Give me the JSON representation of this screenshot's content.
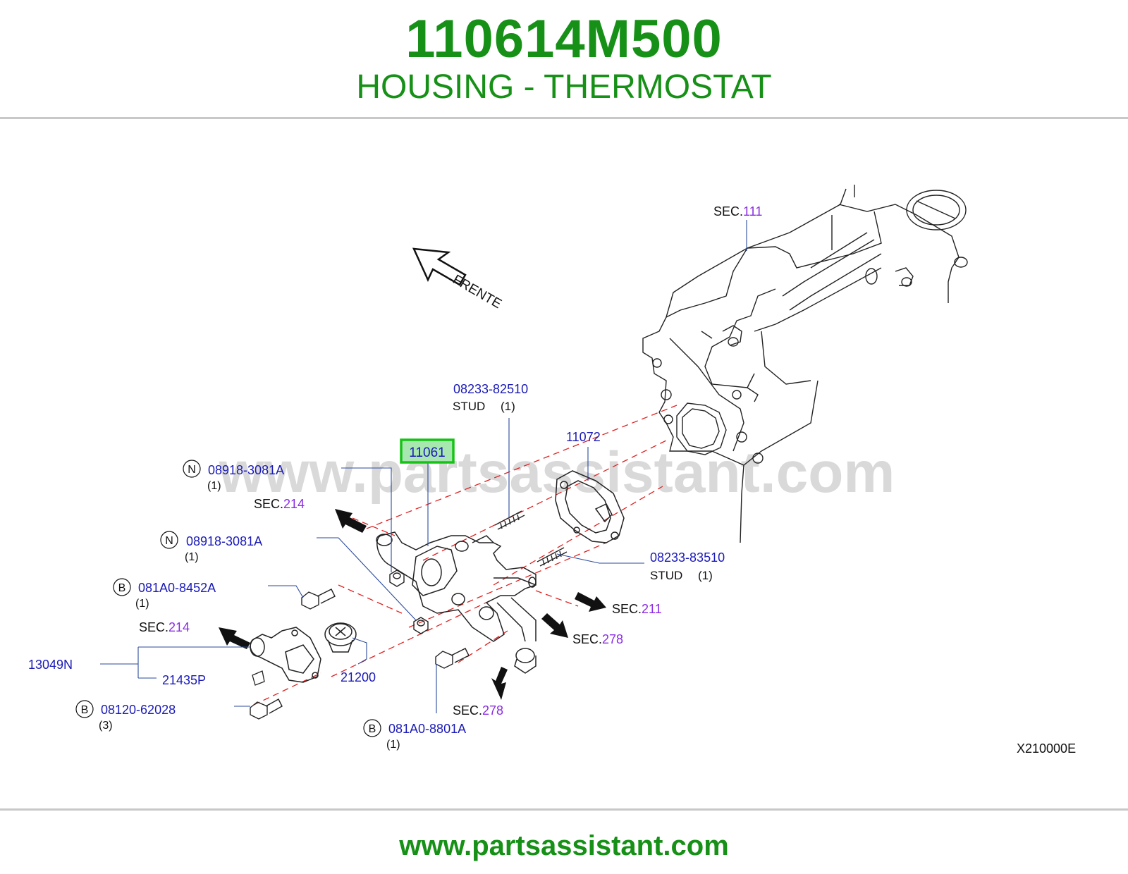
{
  "header": {
    "part_number": "110614M500",
    "part_name": "HOUSING - THERMOSTAT"
  },
  "watermark": "www.partsassistant.com",
  "footer": {
    "url": "www.partsassistant.com"
  },
  "colors": {
    "brand_green": "#169016",
    "part_blue": "#1a1ab8",
    "sec_purple": "#8a2be2",
    "highlight_fill": "#a8e8b0",
    "highlight_border": "#17c217",
    "leader": "#2a4a9a",
    "dash": "#e02020"
  },
  "diagram": {
    "direction_label": "FRENTE",
    "diagram_code": "X210000E",
    "sec_prefix": "SEC.",
    "sections": {
      "s111": "111",
      "s214a": "214",
      "s214b": "214",
      "s211": "211",
      "s278a": "278",
      "s278b": "278"
    },
    "highlight_part": "11061",
    "parts": {
      "p1": {
        "number": "08233-82510",
        "desc": "STUD",
        "qty": "(1)"
      },
      "p2": {
        "number": "11072"
      },
      "p3": {
        "number": "08918-3081A",
        "badge": "N",
        "qty": "(1)"
      },
      "p4": {
        "number": "08918-3081A",
        "badge": "N",
        "qty": "(1)"
      },
      "p5": {
        "number": "08233-83510",
        "desc": "STUD",
        "qty": "(1)"
      },
      "p6": {
        "number": "081A0-8452A",
        "badge": "B",
        "qty": "(1)"
      },
      "p7": {
        "number": "13049N"
      },
      "p8": {
        "number": "21435P"
      },
      "p9": {
        "number": "21200"
      },
      "p10": {
        "number": "08120-62028",
        "badge": "B",
        "qty": "(3)"
      },
      "p11": {
        "number": "081A0-8801A",
        "badge": "B",
        "qty": "(1)"
      }
    }
  }
}
